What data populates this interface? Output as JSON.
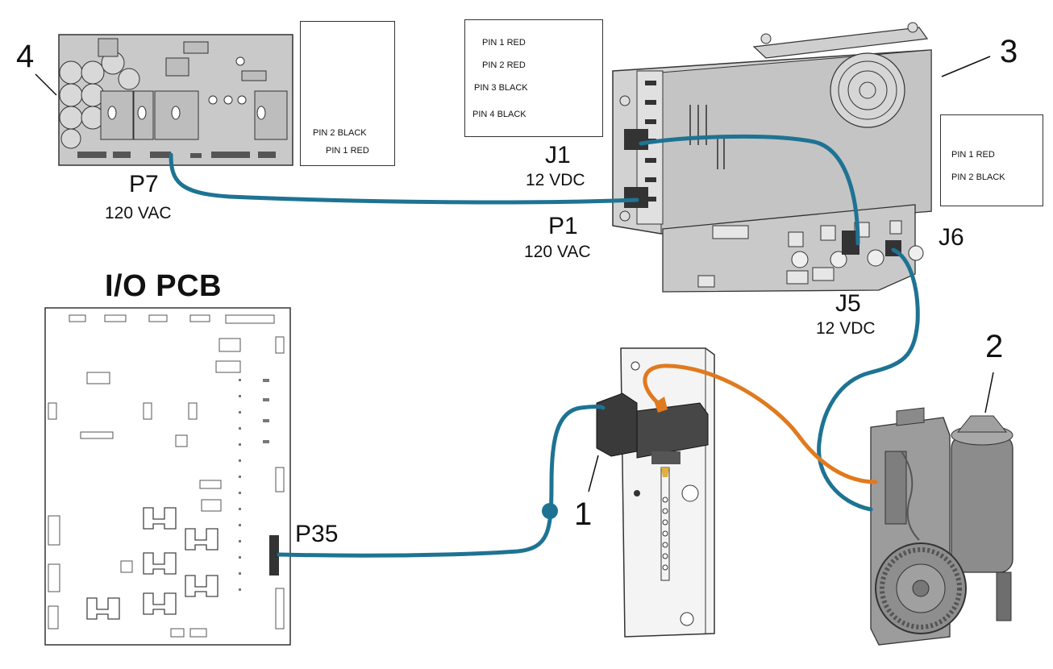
{
  "callouts": {
    "board4": "4",
    "ps3": "3",
    "motor2": "2",
    "valve1": "1"
  },
  "connectors": {
    "p7": {
      "name": "P7",
      "voltage": "120 VAC"
    },
    "p1": {
      "name": "P1",
      "voltage": "120 VAC"
    },
    "j1": {
      "name": "J1",
      "voltage": "12 VDC"
    },
    "j5": {
      "name": "J5",
      "voltage": "12 VDC"
    },
    "j6": {
      "name": "J6"
    },
    "p35": {
      "name": "P35"
    }
  },
  "io_pcb": {
    "title": "I/O PCB"
  },
  "insets": {
    "p7_pins": {
      "pin2": "PIN 2 BLACK",
      "pin1": "PIN 1 RED"
    },
    "j1_pins": {
      "pin1": "PIN 1 RED",
      "pin2": "PIN 2 RED",
      "pin3": "PIN 3 BLACK",
      "pin4": "PIN 4 BLACK"
    },
    "j6_pins": {
      "pin1": "PIN 1 RED",
      "pin2": "PIN 2 BLACK"
    }
  },
  "colors": {
    "cable_blue": "#1e7393",
    "tube_orange": "#e07a1e",
    "pin_red": "#e02b2b",
    "pin_black": "#111111",
    "board_gray": "#c9c9c9",
    "outline": "#333333"
  }
}
